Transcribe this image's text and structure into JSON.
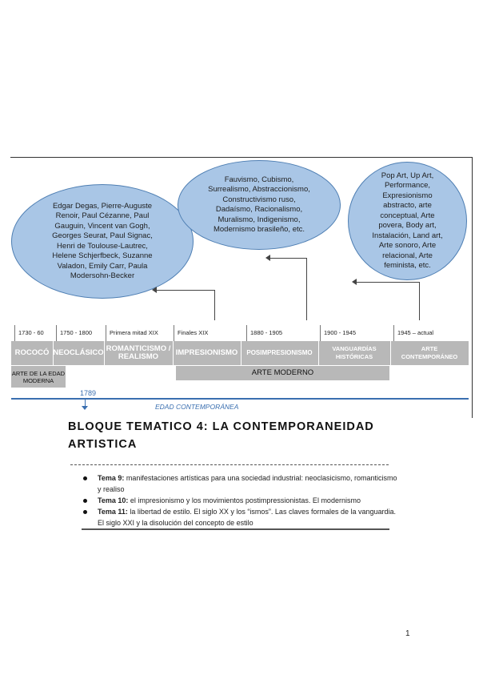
{
  "bubbles": {
    "impresionismo_artists": [
      "Edgar Degas, Pierre-Auguste",
      "Renoir, Paul Cézanne, Paul",
      "Gauguin, Vincent van Gogh,",
      "Georges Seurat, Paul Signac,",
      "Henri de Toulouse-Lautrec,",
      "Helene Schjerfbeck, Suzanne",
      "Valadon, Emily Carr, Paula",
      "Modersohn-Becker"
    ],
    "vanguardias": [
      "Fauvismo, Cubismo,",
      "Surrealismo, Abstraccionismo,",
      "Constructivismo ruso,",
      "Dadaísmo, Racionalismo,",
      "Muralismo, Indigenismo,",
      "Modernismo brasileño,  etc."
    ],
    "contemporaneo": [
      "Pop Art, Up Art,",
      "Performance,",
      "Expresionismo",
      "abstracto, arte",
      "conceptual, Arte",
      "povera, Body art,",
      "Instalación, Land art,",
      "Arte sonoro, Arte",
      "relacional, Arte",
      "feminista, etc."
    ]
  },
  "timeline": {
    "dates": [
      "1730 - 60",
      "1750 - 1800",
      "Primera mitad XIX",
      "Finales XIX",
      "1880 - 1905",
      "1900 - 1945",
      "1945 – actual"
    ],
    "styles": [
      "ROCOCÓ",
      "NEOCLÁSICO",
      "ROMANTICISMO / REALISMO",
      "IMPRESIONISMO",
      "POSIMPRESIONISMO",
      "VANGUARDÍAS HISTÓRICAS",
      "ARTE CONTEMPORÁNEO"
    ],
    "edad_moderna": "ARTE DE LA EDAD MODERNA",
    "arte_moderno": "ARTE MODERNO",
    "year_1789": "1789",
    "edad_contemporanea": "EDAD CONTEMPORÁNEA"
  },
  "bloque": {
    "title": "BLOQUE TEMATICO 4: LA  CONTEMPORANEIDAD ARTISTICA",
    "temas": [
      {
        "label": "Tema 9:",
        "text": " manifestaciones artísticas para una sociedad industrial: neoclasicismo, romanticismo y realiso"
      },
      {
        "label": "Tema 10:",
        "text": " el impresionismo y los movimientos postimpressionistas. El modernismo"
      },
      {
        "label": "Tema 11:",
        "text": " la libertad de estilo. El siglo XX y los “ismos”. Las claves formales de la vanguardia. El siglo XXI y la disolución del concepto de estilo"
      }
    ]
  },
  "page_number": "1",
  "colors": {
    "bubble_fill": "#a9c6e6",
    "bar_gray": "#b8b8b8",
    "accent_blue": "#3a6fb0"
  }
}
